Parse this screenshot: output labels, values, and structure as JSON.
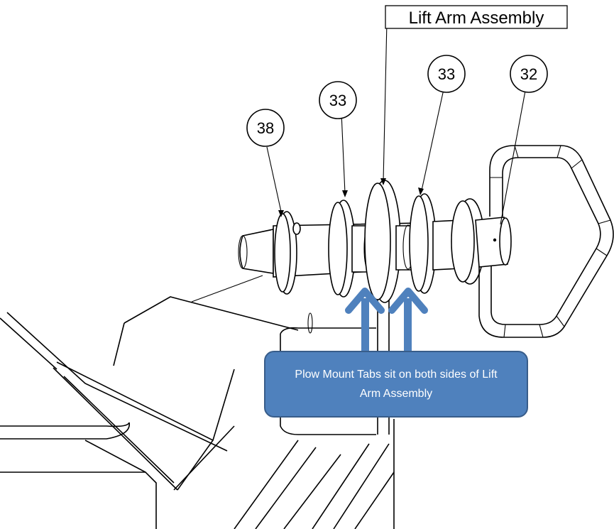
{
  "diagram": {
    "title_label": "Lift Arm Assembly",
    "balloons": [
      {
        "id": "38"
      },
      {
        "id": "33"
      },
      {
        "id": "33"
      },
      {
        "id": "32"
      }
    ],
    "callout_text": "Plow Mount Tabs sit on both sides of Lift Arm Assembly",
    "callout_color": "#4f81bd",
    "arrow_color": "#4f81bd"
  }
}
